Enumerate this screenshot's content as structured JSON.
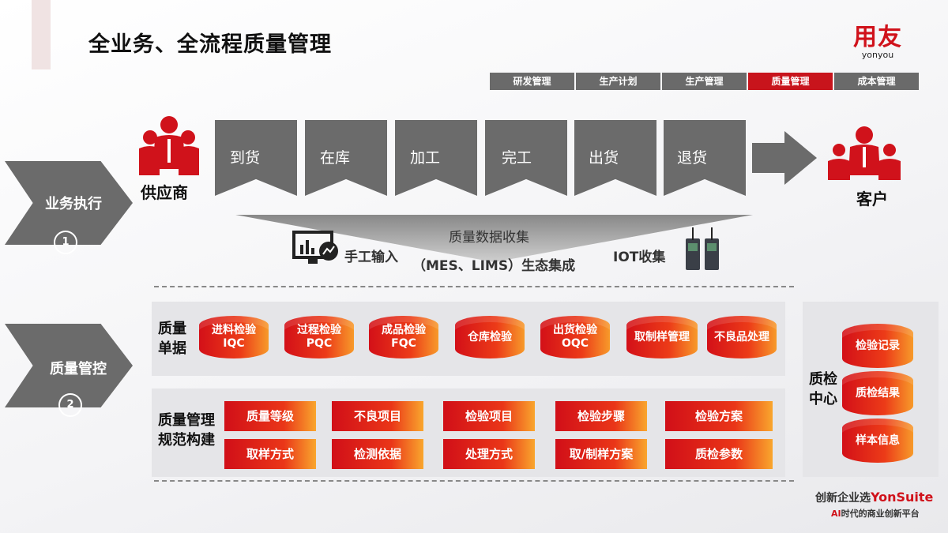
{
  "title": "全业务、全流程质量管理",
  "logo": {
    "cn": "用友",
    "en": "yonyou"
  },
  "nav_tabs": [
    "研发管理",
    "生产计划",
    "生产管理",
    "质量管理",
    "成本管理"
  ],
  "nav_active": "质量管理",
  "section1": {
    "label": "业务执行",
    "num": "1"
  },
  "section2": {
    "label": "质量管控",
    "num": "2"
  },
  "supplier": "供应商",
  "customer": "客户",
  "flow_steps": [
    "到货",
    "在库",
    "加工",
    "完工",
    "出货",
    "退货"
  ],
  "collection": {
    "title": "质量数据收集",
    "manual": "手工输入",
    "eco": "（MES、LIMS）生态集成",
    "iot": "IOT收集"
  },
  "doc_panel": {
    "label_line1": "质量",
    "label_line2": "单据",
    "items": [
      {
        "line1": "进料检验",
        "line2": "IQC"
      },
      {
        "line1": "过程检验",
        "line2": "PQC"
      },
      {
        "line1": "成品检验",
        "line2": "FQC"
      },
      {
        "line1": "仓库检验",
        "line2": ""
      },
      {
        "line1": "出货检验",
        "line2": "OQC"
      },
      {
        "line1": "取制样管理",
        "line2": ""
      },
      {
        "line1": "不良品处理",
        "line2": ""
      }
    ]
  },
  "spec_panel": {
    "label_line1": "质量管理",
    "label_line2": "规范构建",
    "row1": [
      "质量等级",
      "不良项目",
      "检验项目",
      "检验步骤",
      "检验方案"
    ],
    "row2": [
      "取样方式",
      "检测依据",
      "处理方式",
      "取/制样方案",
      "质检参数"
    ]
  },
  "center_panel": {
    "label_line1": "质检",
    "label_line2": "中心",
    "items": [
      "检验记录",
      "质检结果",
      "样本信息"
    ]
  },
  "footer": {
    "line1_prefix": "创新企业选",
    "line1_brand": "YonSuite",
    "line2_ai": "AI",
    "line2_text": "时代的商业创新平台"
  },
  "colors": {
    "brand_red": "#d0121b",
    "flow_gray": "#6b6b6b",
    "tab_gray": "#6a6a6a"
  }
}
